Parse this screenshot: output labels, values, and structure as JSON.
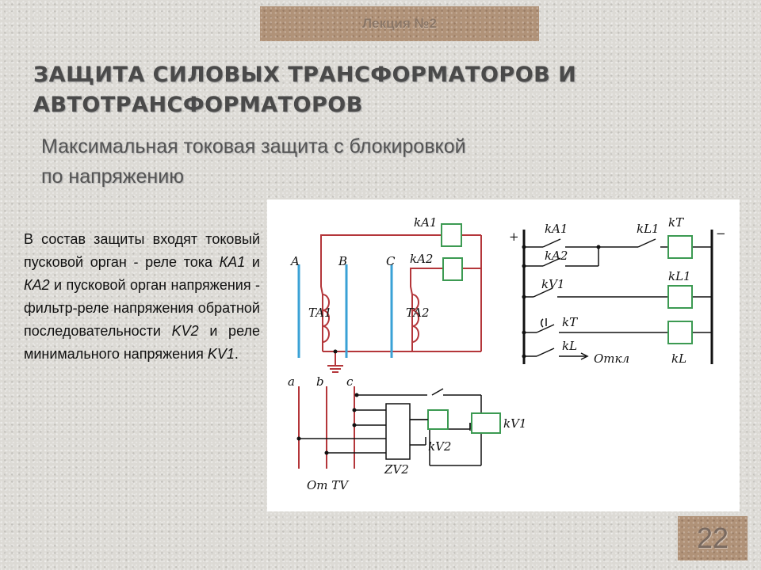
{
  "header": {
    "lecture_label": "Лекция №2"
  },
  "title": {
    "line1": "ЗАЩИТА СИЛОВЫХ ТРАНСФОРМАТОРОВ И",
    "line2": "АВТОТРАНСФОРМАТОРОВ"
  },
  "subtitle": {
    "line1": "Максимальная токовая защита с блокировкой",
    "line2": "по напряжению"
  },
  "body": {
    "part1": "В состав защиты входят токовый пусковой орган - реле тока ",
    "ka1": "КА1",
    "and1": " и ",
    "ka2": "КА2",
    "part2": " и пусковой орган напряжения - фильтр-реле напряжения обратной последовательности ",
    "kv2": "KV2",
    "part3": " и реле минимального напряжения ",
    "kv1": "KV1",
    "end": "."
  },
  "diagram": {
    "phase_A": "A",
    "phase_B": "B",
    "phase_C": "C",
    "ta1": "TA1",
    "ta2": "TA2",
    "ka1": "kA1",
    "ka2": "kA2",
    "bus_a": "a",
    "bus_b": "b",
    "bus_c": "c",
    "zv2": "ZV2",
    "kv2": "kV2",
    "kv1": "kV1",
    "from_tv": "От TV",
    "plus": "+",
    "minus": "−",
    "dc_ka1": "kA1",
    "dc_ka2": "kA2",
    "dc_kl1_contact": "kL1",
    "dc_kt_coil": "kT",
    "dc_kv1": "kV1",
    "dc_kl1_coil": "kL1",
    "dc_kt_contact": "kT",
    "dc_kl": "kL",
    "dc_trip": "Откл",
    "dc_kl_coil": "kL"
  },
  "page": {
    "number": "22"
  },
  "colors": {
    "wire_red": "#b4363a",
    "relay_green": "#3c9a52",
    "phase_blue": "#3aa1d6"
  }
}
